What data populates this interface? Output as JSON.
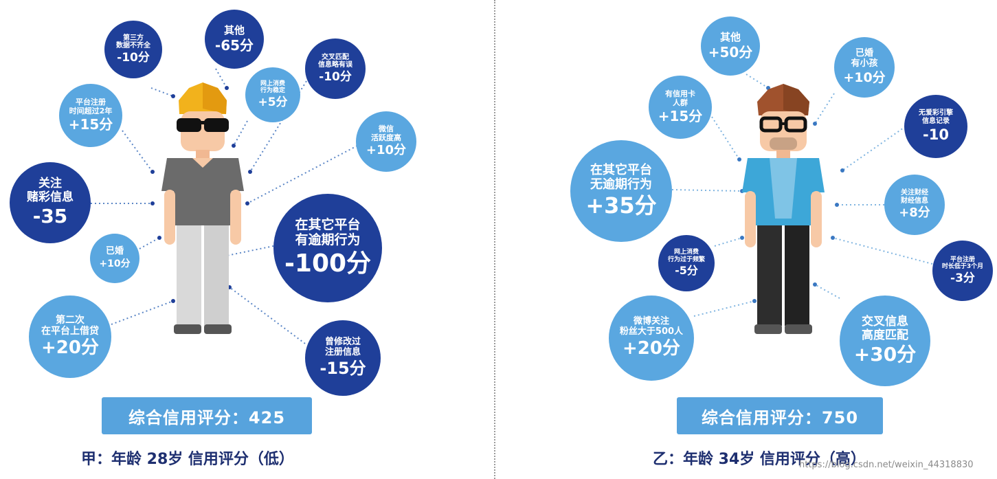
{
  "left": {
    "summary": "综合信用评分：425",
    "caption": "甲：年龄 28岁 信用评分（低）",
    "bubbles": [
      {
        "label": "第三方\n数据不齐全",
        "value": "-10分"
      },
      {
        "label": "其他",
        "value": "-65分"
      },
      {
        "label": "交叉匹配\n信息略有误",
        "value": "-10分"
      },
      {
        "label": "网上消费\n行为稳定",
        "value": "+5分"
      },
      {
        "label": "平台注册\n时间超过2年",
        "value": "+15分"
      },
      {
        "label": "微信\n活跃度高",
        "value": "+10分"
      },
      {
        "label": "关注\n赌彩信息",
        "value": "-35"
      },
      {
        "label": "在其它平台\n有逾期行为",
        "value": "-100分"
      },
      {
        "label": "已婚",
        "value": "+10分"
      },
      {
        "label": "第二次\n在平台上借贷",
        "value": "+20分"
      },
      {
        "label": "曾修改过\n注册信息",
        "value": "-15分"
      }
    ]
  },
  "right": {
    "summary": "综合信用评分：750",
    "caption": "乙：年龄 34岁 信用评分（高）",
    "bubbles": [
      {
        "label": "其他",
        "value": "+50分"
      },
      {
        "label": "已婚\n有小孩",
        "value": "+10分"
      },
      {
        "label": "有信用卡\n人群",
        "value": "+15分"
      },
      {
        "label": "无爱彩引擎\n信息记录",
        "value": "-10"
      },
      {
        "label": "在其它平台\n无逾期行为",
        "value": "+35分"
      },
      {
        "label": "关注财经\n财经信息",
        "value": "+8分"
      },
      {
        "label": "网上消费\n行为过于频繁",
        "value": "-5分"
      },
      {
        "label": "平台注册\n时长低于3个月",
        "value": "-3分"
      },
      {
        "label": "微博关注\n粉丝大于500人",
        "value": "+20分"
      },
      {
        "label": "交叉信息\n高度匹配",
        "value": "+30分"
      }
    ]
  },
  "watermark": "https://blog.csdn.net/weixin_44318830"
}
